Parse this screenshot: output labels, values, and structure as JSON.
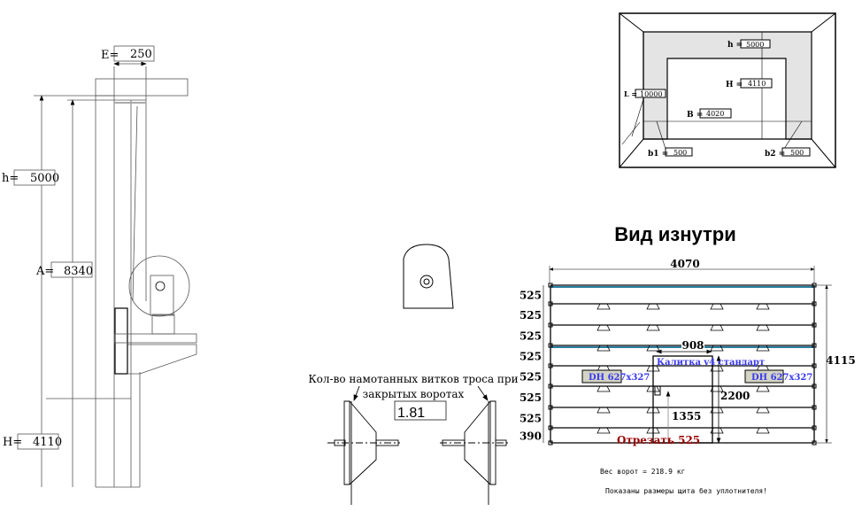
{
  "side_view": {
    "E_label": "E=",
    "E_value": "250",
    "h_label": "h=",
    "h_value": "5000",
    "A_label": "A=",
    "A_value": "8340",
    "H_label": "H=",
    "H_value": "4110"
  },
  "drum": {
    "caption_line1": "Кол-во намотанных витков троса при",
    "caption_line2": "закрытых воротах",
    "turns_value": "1.81"
  },
  "opening_scheme": {
    "h_label": "h =",
    "h_value": "5000",
    "H_label": "H =",
    "H_value": "4110",
    "L_label": "L =",
    "L_value": "10000",
    "B_label": "B =",
    "B_value": "4020",
    "b1_label": "b1 =",
    "b1_value": "500",
    "b2_label": "b2 =",
    "b2_value": "500"
  },
  "inside_view": {
    "title": "Вид изнутри",
    "width": "4070",
    "height": "4115",
    "panel_heights": [
      "525",
      "525",
      "525",
      "525",
      "525",
      "525",
      "525",
      "390"
    ],
    "wicket_width": "908",
    "wicket_label": "Калитка v4 стандарт",
    "window_left": "DH 627x327",
    "window_right": "DH 627x327",
    "wicket_height": "2200",
    "handle_height": "1355",
    "cut_label": "Отрезать 525",
    "weight": "Вес ворот = 218.9 кг",
    "note": "Показаны размеры щита без уплотнителя!",
    "colors": {
      "rail": "#2a7fa0",
      "wicket_text": "#3a3af0",
      "cut_text": "#9a0000",
      "window_fill": "#d4d4c4"
    }
  }
}
